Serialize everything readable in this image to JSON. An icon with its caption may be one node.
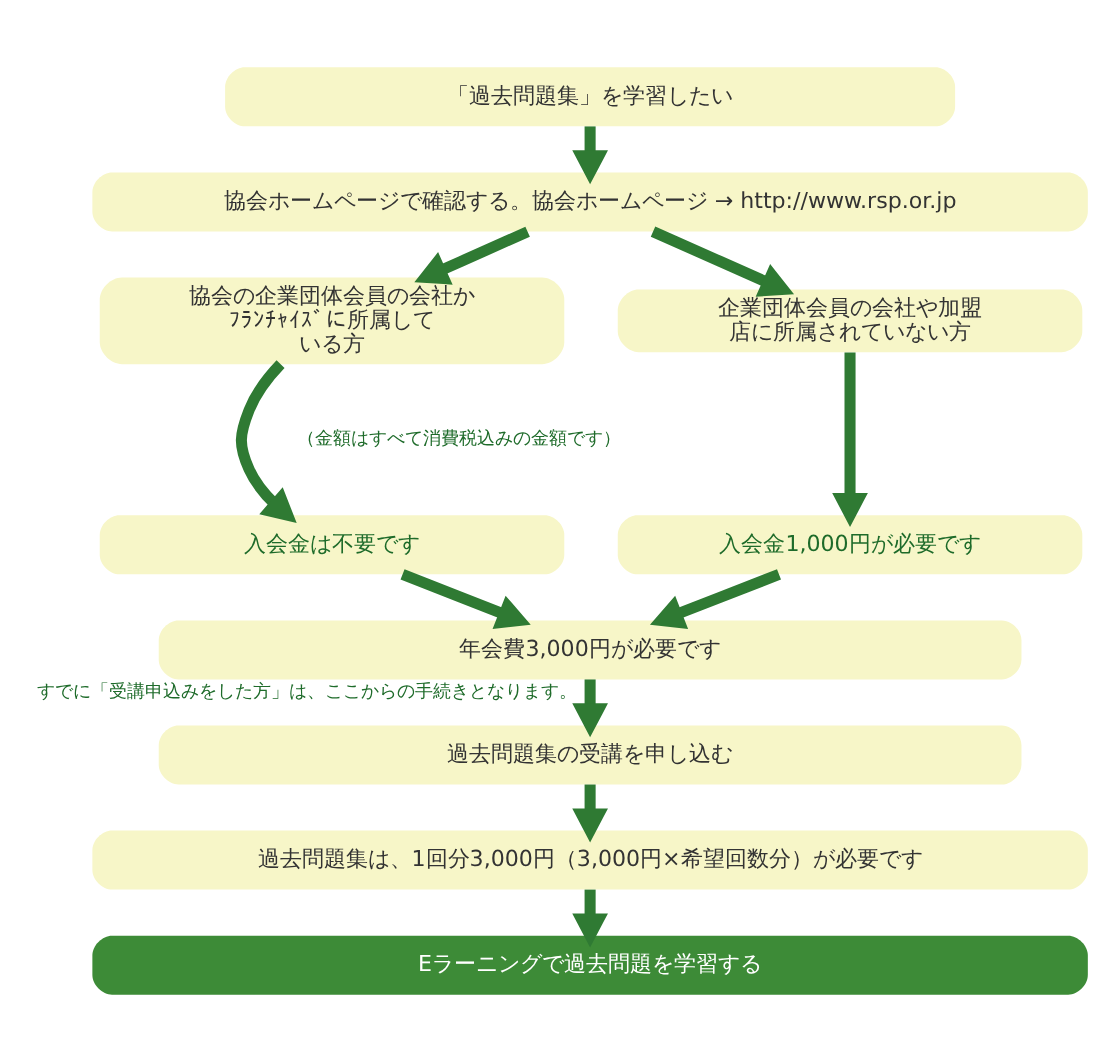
{
  "diagram": {
    "nodes": [
      {
        "text": [
          "「過去問題集」を学習したい"
        ]
      },
      {
        "text": [
          "協会ホームページで確認する。協会ホームページ → http://www.rsp.or.jp"
        ]
      },
      {
        "text": [
          "協会の企業団体会員の会社かﾌﾗﾝﾁｬｲｽﾞに所属している方"
        ]
      },
      {
        "text": [
          "企業団体会員の会社や加盟店に所属されていない方"
        ]
      },
      {
        "text": [
          "入会金は不要です"
        ]
      },
      {
        "text": [
          "入会金1,000円が必要です"
        ]
      },
      {
        "text": [
          "年会費3,000円が必要です"
        ]
      },
      {
        "text": [
          "過去問題集の受講を申し込む"
        ]
      },
      {
        "text": [
          "過去問題集は、1回分3,000円（3,000円×希望回数分）が必要です"
        ]
      },
      {
        "text": [
          "Eラーニングで過去問題を学習する"
        ]
      }
    ],
    "edges": [
      {
        "from": 0,
        "to": 1,
        "arrow": "to"
      },
      {
        "from": 1,
        "to": 2,
        "arrow": "to"
      },
      {
        "from": 1,
        "to": 3,
        "arrow": "to"
      },
      {
        "from": 2,
        "to": 4,
        "arrow": "to"
      },
      {
        "from": 3,
        "to": 5,
        "arrow": "to"
      },
      {
        "from": 4,
        "to": 6,
        "arrow": "to"
      },
      {
        "from": 5,
        "to": 6,
        "arrow": "to"
      },
      {
        "from": 6,
        "to": 7,
        "arrow": "to",
        "label": "すでに「受講申込みをした方」は、ここからの手続きとなります。"
      },
      {
        "from": 7,
        "to": 8,
        "arrow": "to"
      },
      {
        "from": 8,
        "to": 9,
        "arrow": "to"
      }
    ],
    "labels": [
      "（金額はすべて消費税込みの金額です）"
    ]
  }
}
